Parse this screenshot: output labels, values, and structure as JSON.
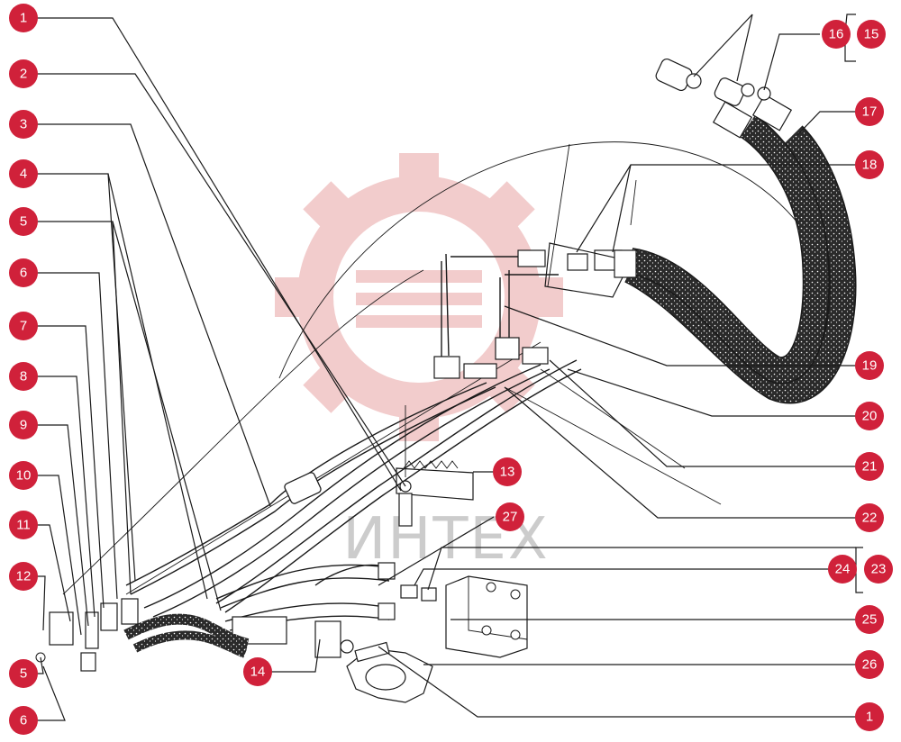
{
  "watermark": {
    "text": "ИНТЕХ",
    "color": "#e8a3a3"
  },
  "callout_color": "#d0213a",
  "callouts": [
    {
      "id": "c1a",
      "label": "1"
    },
    {
      "id": "c2",
      "label": "2"
    },
    {
      "id": "c3",
      "label": "3"
    },
    {
      "id": "c4",
      "label": "4"
    },
    {
      "id": "c5a",
      "label": "5"
    },
    {
      "id": "c6a",
      "label": "6"
    },
    {
      "id": "c7",
      "label": "7"
    },
    {
      "id": "c8",
      "label": "8"
    },
    {
      "id": "c9",
      "label": "9"
    },
    {
      "id": "c10",
      "label": "10"
    },
    {
      "id": "c11",
      "label": "11"
    },
    {
      "id": "c12",
      "label": "12"
    },
    {
      "id": "c5b",
      "label": "5"
    },
    {
      "id": "c6b",
      "label": "6"
    },
    {
      "id": "c13",
      "label": "13"
    },
    {
      "id": "c14",
      "label": "14"
    },
    {
      "id": "c15",
      "label": "15"
    },
    {
      "id": "c16",
      "label": "16"
    },
    {
      "id": "c17",
      "label": "17"
    },
    {
      "id": "c18",
      "label": "18"
    },
    {
      "id": "c19",
      "label": "19"
    },
    {
      "id": "c20",
      "label": "20"
    },
    {
      "id": "c21",
      "label": "21"
    },
    {
      "id": "c22",
      "label": "22"
    },
    {
      "id": "c23",
      "label": "23"
    },
    {
      "id": "c24",
      "label": "24"
    },
    {
      "id": "c25",
      "label": "25"
    },
    {
      "id": "c26",
      "label": "26"
    },
    {
      "id": "c27",
      "label": "27"
    },
    {
      "id": "c1b",
      "label": "1"
    }
  ]
}
